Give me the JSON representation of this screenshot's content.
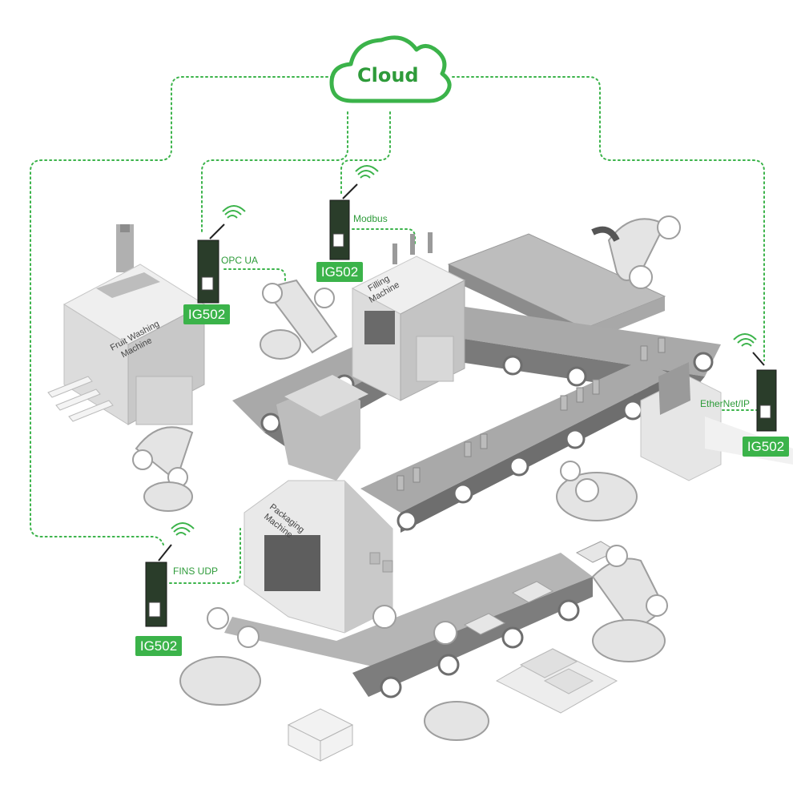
{
  "cloud": {
    "label": "Cloud"
  },
  "gateways": [
    {
      "label": "IG502",
      "protocol": "OPC UA"
    },
    {
      "label": "IG502",
      "protocol": "Modbus"
    },
    {
      "label": "IG502",
      "protocol": "EtherNet/IP"
    },
    {
      "label": "IG502",
      "protocol": "FINS UDP"
    }
  ],
  "machines": {
    "fruit_washing": [
      "Fruit Washing",
      "Machine"
    ],
    "filling": [
      "Filling",
      "Machine"
    ],
    "packaging": [
      "Packaging",
      "Machine"
    ]
  },
  "colors": {
    "accent": "#3bb34a",
    "accent_text": "#2e9b3a",
    "machine_gray": "#d9d9d9",
    "dark_gray": "#8c8c8c"
  }
}
